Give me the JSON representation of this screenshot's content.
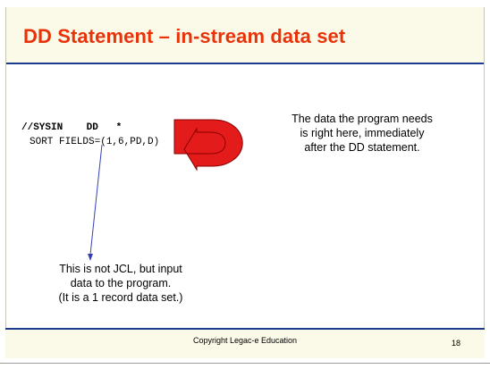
{
  "slide": {
    "title": "DD Statement – in-stream data set",
    "code_lines": [
      "//SYSIN    DD   *",
      "SORT FIELDS=(1,6,PD,D)"
    ],
    "note_right": [
      "The data the program needs",
      "is right here, immediately",
      "after the DD statement."
    ],
    "note_bottom": [
      "This is not JCL, but input",
      "data to the program.",
      "(It is a 1 record data set.)"
    ],
    "footer": {
      "copyright": "Copyright Legac-e Education",
      "page_number": "18"
    }
  },
  "colors": {
    "title": "#e8330a",
    "rule": "#1b3b8f",
    "band": "#fbf9e8",
    "arrow_fill": "#e31b1b",
    "connector": "#3340b8"
  },
  "icons": {
    "curved_arrow": "u-turn-arrow-icon"
  }
}
